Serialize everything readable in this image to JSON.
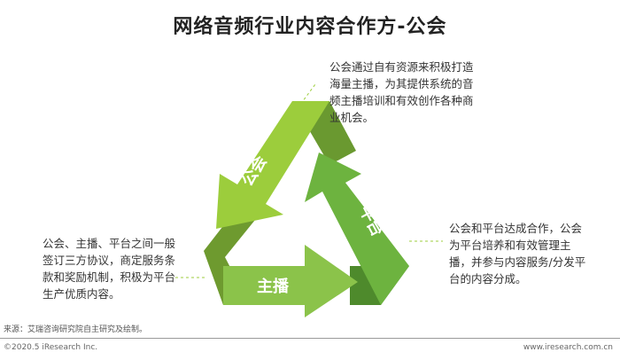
{
  "title": "网络音频行业内容合作方-公会",
  "labels": {
    "guild": "公会",
    "platform": "平台",
    "anchor": "主播"
  },
  "notes": {
    "guild": "公会通过自有资源来积极打造海量主播，为其提供系统的音频主播培训和有效创作各种商业机会。",
    "anchor": "公会、主播、平台之间一般签订三方协议，商定服务条款和奖励机制，积极为平台生产优质内容。",
    "platform": "公会和平台达成合作，公会为平台培养和有效管理主播，并参与内容服务/分发平台的内容分成。"
  },
  "source": "来源：艾瑞咨询研究院自主研究及绘制。",
  "footer": {
    "copyright": "©2020.5 iResearch Inc.",
    "website": "www.iresearch.com.cn"
  },
  "colors": {
    "light_green": "#9ccd3c",
    "mid_green": "#6db33f",
    "dark_green": "#4e8a2c",
    "olive": "#7fa53a"
  }
}
